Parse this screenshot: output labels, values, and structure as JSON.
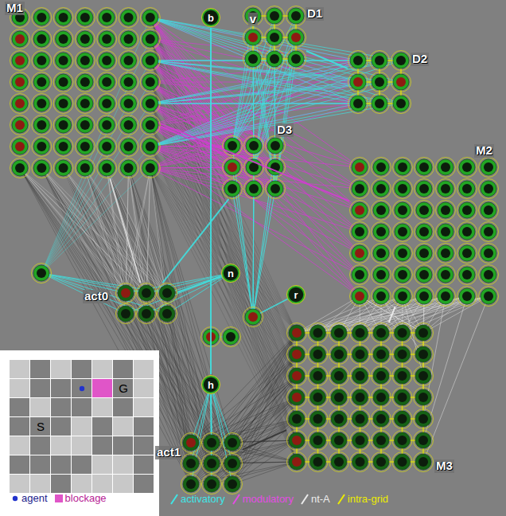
{
  "diagram": {
    "nodes": [
      {
        "text": [
          "M1"
        ]
      },
      {
        "text": [
          "b"
        ]
      },
      {
        "text": [
          "D1"
        ]
      },
      {
        "text": [
          "D2"
        ]
      },
      {
        "text": [
          "D3"
        ]
      },
      {
        "text": [
          "M2"
        ]
      },
      {
        "text": [
          "act0"
        ]
      },
      {
        "text": [
          "n"
        ]
      },
      {
        "text": [
          "r"
        ]
      },
      {
        "text": [
          "h"
        ]
      },
      {
        "text": [
          "act1"
        ]
      },
      {
        "text": [
          "M3"
        ]
      }
    ],
    "edges": [
      {
        "from": 0,
        "to": 4,
        "arrow": "none"
      },
      {
        "from": 0,
        "to": 5,
        "arrow": "none"
      },
      {
        "from": 2,
        "to": 3,
        "arrow": "none"
      },
      {
        "from": 1,
        "to": 9,
        "arrow": "none"
      },
      {
        "from": 4,
        "to": 6,
        "arrow": "none"
      },
      {
        "from": 6,
        "to": 7,
        "arrow": "none"
      },
      {
        "from": 9,
        "to": 10,
        "arrow": "none"
      },
      {
        "from": 5,
        "to": 11,
        "arrow": "none"
      },
      {
        "from": 11,
        "to": 10,
        "arrow": "none"
      },
      {
        "from": 0,
        "to": 6,
        "arrow": "none"
      }
    ],
    "labels": [
      "v",
      "S",
      "G"
    ],
    "legend": [
      {
        "text": "activatory"
      },
      {
        "text": "modulatory"
      },
      {
        "text": "nt-A"
      },
      {
        "text": "intra-grid"
      },
      {
        "text": "agent"
      },
      {
        "text": "blockage",
        "color": "#e055c8"
      }
    ]
  }
}
